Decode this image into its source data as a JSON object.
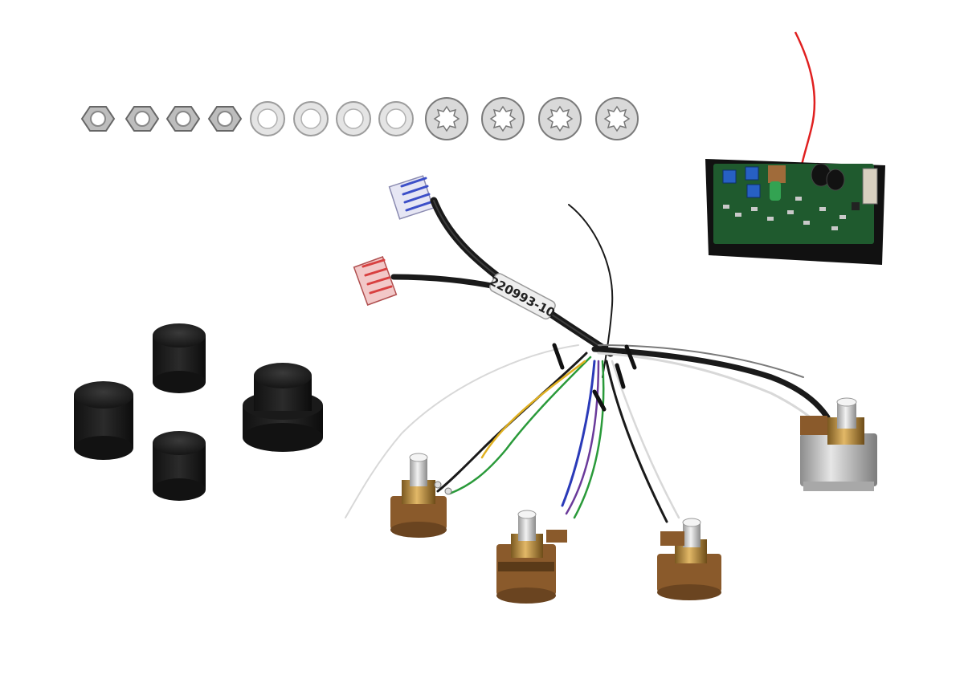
{
  "image": {
    "background_color": "#ffffff",
    "harness_label": "220993-10"
  },
  "components": {
    "hex_nut_count": 4,
    "flat_washer_count": 4,
    "star_washer_count": 4,
    "knob_count": 4,
    "potentiometer_count": 4,
    "preamp_board_count": 1
  },
  "colors": {
    "knob": "#1d1d1d",
    "metal": "#c8c8c8",
    "brass": "#b88a3c",
    "pcb_green": "#1f5a2e",
    "pcb_base": "#111111",
    "pot_body": "#8a5a2b",
    "wire_red": "#e02020",
    "wire_black": "#1a1a1a",
    "wire_white": "#d8d8d8",
    "wire_green": "#2a9a3a",
    "wire_blue": "#2a3ab8",
    "wire_yellow": "#e0b020",
    "wire_purple": "#6a3a9a"
  }
}
